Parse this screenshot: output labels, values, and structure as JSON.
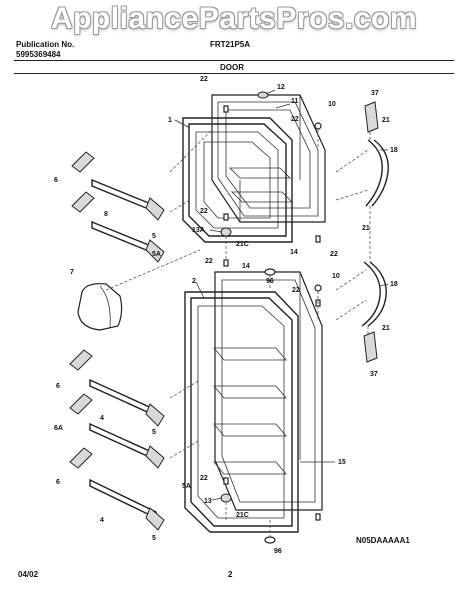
{
  "watermark": "AppliancePartsPros.com",
  "header": {
    "publication_label": "Publication No.",
    "publication_no": "5995369484",
    "model": "FRT21P5A",
    "section": "DOOR"
  },
  "callouts": {
    "c1": "1",
    "c2": "2",
    "c4a": "4",
    "c4b": "4",
    "c5a": "5",
    "c5b": "5",
    "c5c": "5",
    "c5A_a": "5A",
    "c5A_b": "5A",
    "c6a": "6",
    "c6b": "6",
    "c6c": "6",
    "c6A": "6A",
    "c7": "7",
    "c8": "8",
    "c10a": "10",
    "c10b": "10",
    "c11": "11",
    "c12": "12",
    "c13": "13",
    "c13A": "13A",
    "c14a": "14",
    "c14b": "14",
    "c15": "15",
    "c18a": "18",
    "c18b": "18",
    "c21a": "21",
    "c21b": "21",
    "c21c": "21",
    "c21Ca": "21C",
    "c21Cb": "21C",
    "c22a": "22",
    "c22b": "22",
    "c22c": "22",
    "c22d": "22",
    "c22e": "22",
    "c22f": "22",
    "c22g": "22",
    "c37a": "37",
    "c37b": "37",
    "c96a": "96",
    "c96b": "96"
  },
  "footer": {
    "date": "04/02",
    "page": "2",
    "code": "N05DAAAAA1"
  }
}
